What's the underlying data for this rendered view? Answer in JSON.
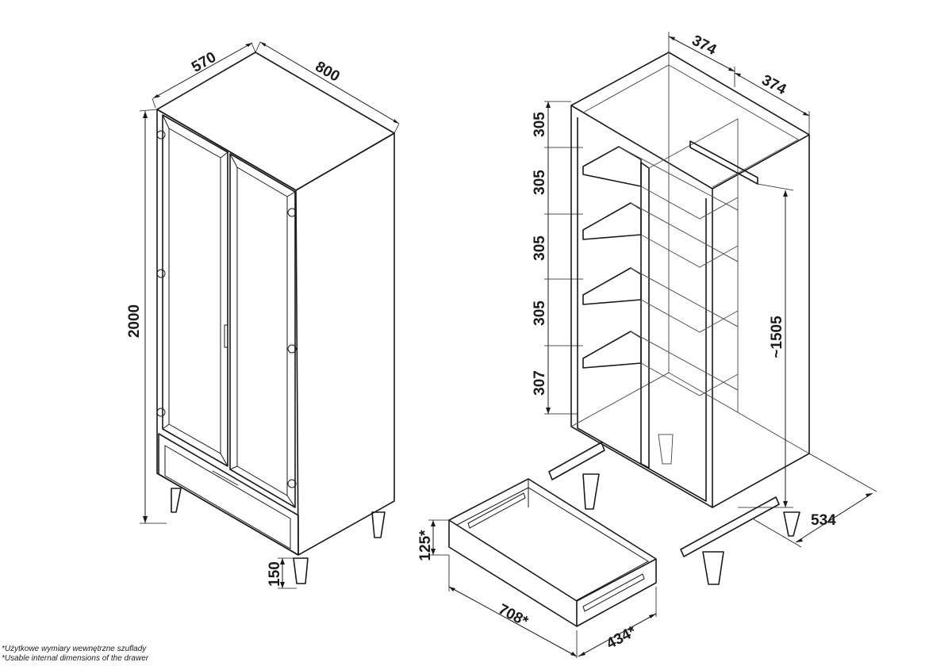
{
  "dimensions": {
    "depth": "570",
    "width": "800",
    "height": "2000",
    "leg_height": "150",
    "section_left": "374",
    "section_right": "374",
    "shelf_gap_1": "305",
    "shelf_gap_2": "305",
    "shelf_gap_3": "305",
    "shelf_gap_4": "305",
    "shelf_gap_5": "307",
    "rail_height": "~1505",
    "inner_depth": "534",
    "drawer_height": "125*",
    "drawer_depth": "708*",
    "drawer_width": "434*"
  },
  "notes": {
    "polish": "*Użytkowe wymiary wewnętrzne szuflady",
    "english": "*Usable internal dimensions of the drawer"
  }
}
